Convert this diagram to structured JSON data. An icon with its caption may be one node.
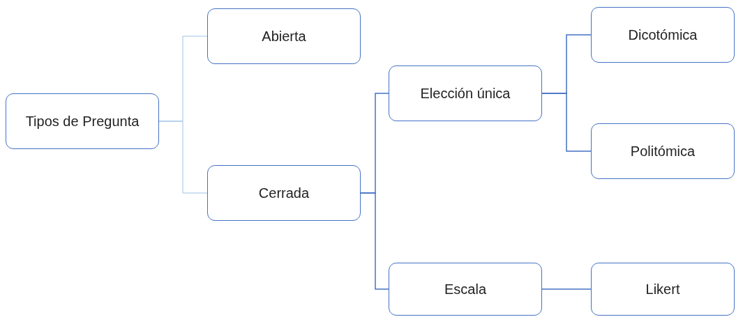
{
  "diagram": {
    "nodes": [
      {
        "text": [
          "Tipos de Pregunta"
        ]
      },
      {
        "text": [
          "Abierta"
        ]
      },
      {
        "text": [
          "Cerrada"
        ]
      },
      {
        "text": [
          "Elección única"
        ]
      },
      {
        "text": [
          "Escala"
        ]
      },
      {
        "text": [
          "Dicotómica"
        ]
      },
      {
        "text": [
          "Politómica"
        ]
      },
      {
        "text": [
          "Likert"
        ]
      }
    ],
    "edges": [
      {
        "from": 0,
        "to": 1,
        "arrow": "none",
        "color": "#9dc3e6"
      },
      {
        "from": 0,
        "to": 2,
        "arrow": "none",
        "color": "#9dc3e6"
      },
      {
        "from": 2,
        "to": 3,
        "arrow": "none"
      },
      {
        "from": 2,
        "to": 4,
        "arrow": "none"
      },
      {
        "from": 3,
        "to": 5,
        "arrow": "none"
      },
      {
        "from": 3,
        "to": 6,
        "arrow": "none"
      },
      {
        "from": 4,
        "to": 7,
        "arrow": "none"
      }
    ]
  }
}
